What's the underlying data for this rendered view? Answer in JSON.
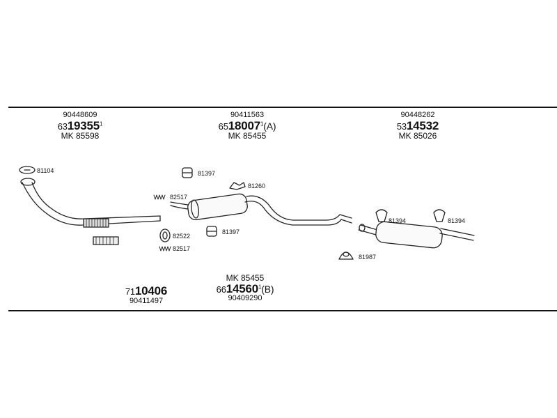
{
  "groups": {
    "front": {
      "top_ref": "90448609",
      "prefix": "63",
      "main": "19355",
      "sup": "1",
      "suffix": "",
      "mk": "MK 85598"
    },
    "middle": {
      "top_ref": "90411563",
      "prefix": "65",
      "main": "18007",
      "sup": "1",
      "suffix": "(A)",
      "mk": "MK 85455"
    },
    "rear": {
      "top_ref": "90448262",
      "prefix": "53",
      "main": "14532",
      "sup": "",
      "suffix": "",
      "mk": "MK 85026"
    },
    "bottom_left": {
      "prefix": "71",
      "main": "10406",
      "ref": "90411497"
    },
    "bottom_middle": {
      "mk": "MK 85455",
      "prefix": "66",
      "main": "14560",
      "sup": "1",
      "suffix": "(B)",
      "ref": "90409290"
    }
  },
  "part_labels": {
    "p81104": "81104",
    "p81397a": "81397",
    "p82517a": "82517",
    "p81260": "81260",
    "p82522": "82522",
    "p81397b": "81397",
    "p82517b": "82517",
    "p81394a": "81394",
    "p81394b": "81394",
    "p81987": "81987"
  }
}
